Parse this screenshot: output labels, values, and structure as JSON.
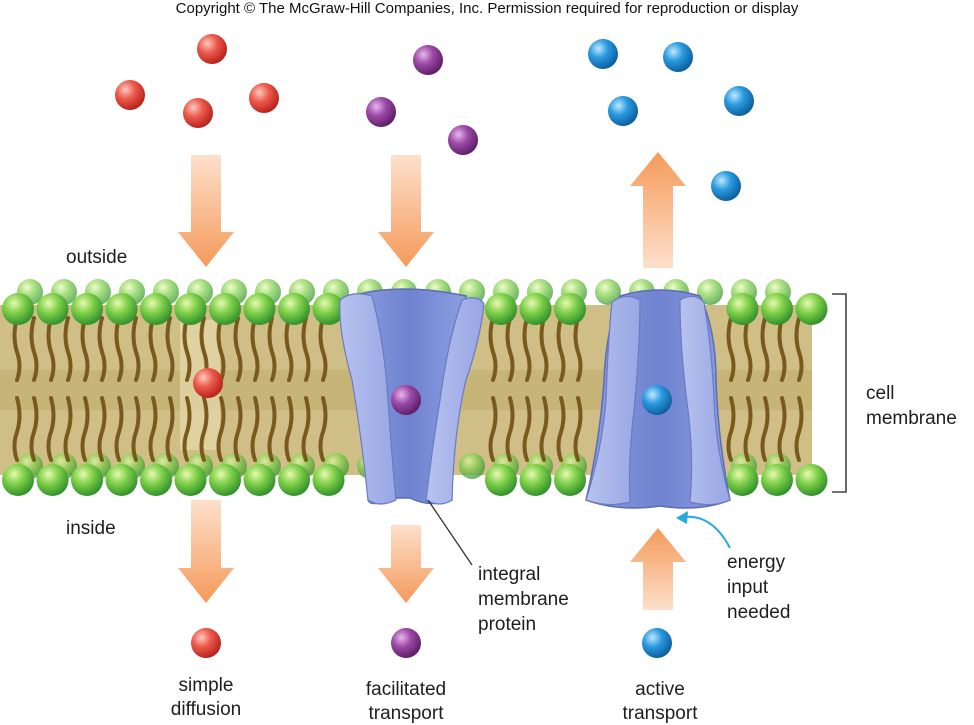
{
  "header": {
    "copyright": "Copyright © The McGraw-Hill Companies, Inc. Permission required for reproduction or display"
  },
  "regions": {
    "outside": "outside",
    "inside": "inside"
  },
  "labels": {
    "cell_membrane": [
      "cell",
      "membrane"
    ],
    "integral_protein": [
      "integral",
      "membrane",
      "protein"
    ],
    "energy": [
      "energy",
      "input",
      "needed"
    ]
  },
  "processes": {
    "simple": [
      "simple",
      "diffusion"
    ],
    "facilitated": [
      "facilitated",
      "transport"
    ],
    "active": [
      "active",
      "transport"
    ]
  },
  "colors": {
    "red_molecule": "#e8453c",
    "purple_molecule": "#8e3d96",
    "blue_molecule": "#1e8fd8",
    "arrow": "#f6a56e",
    "head_group": "#5cbf3c",
    "tail": "#7a5a1c",
    "protein": "#7e90d8",
    "energy_arrow": "#29a8e0"
  },
  "icons": {
    "molecule": "sphere",
    "direction": "block-arrow"
  }
}
